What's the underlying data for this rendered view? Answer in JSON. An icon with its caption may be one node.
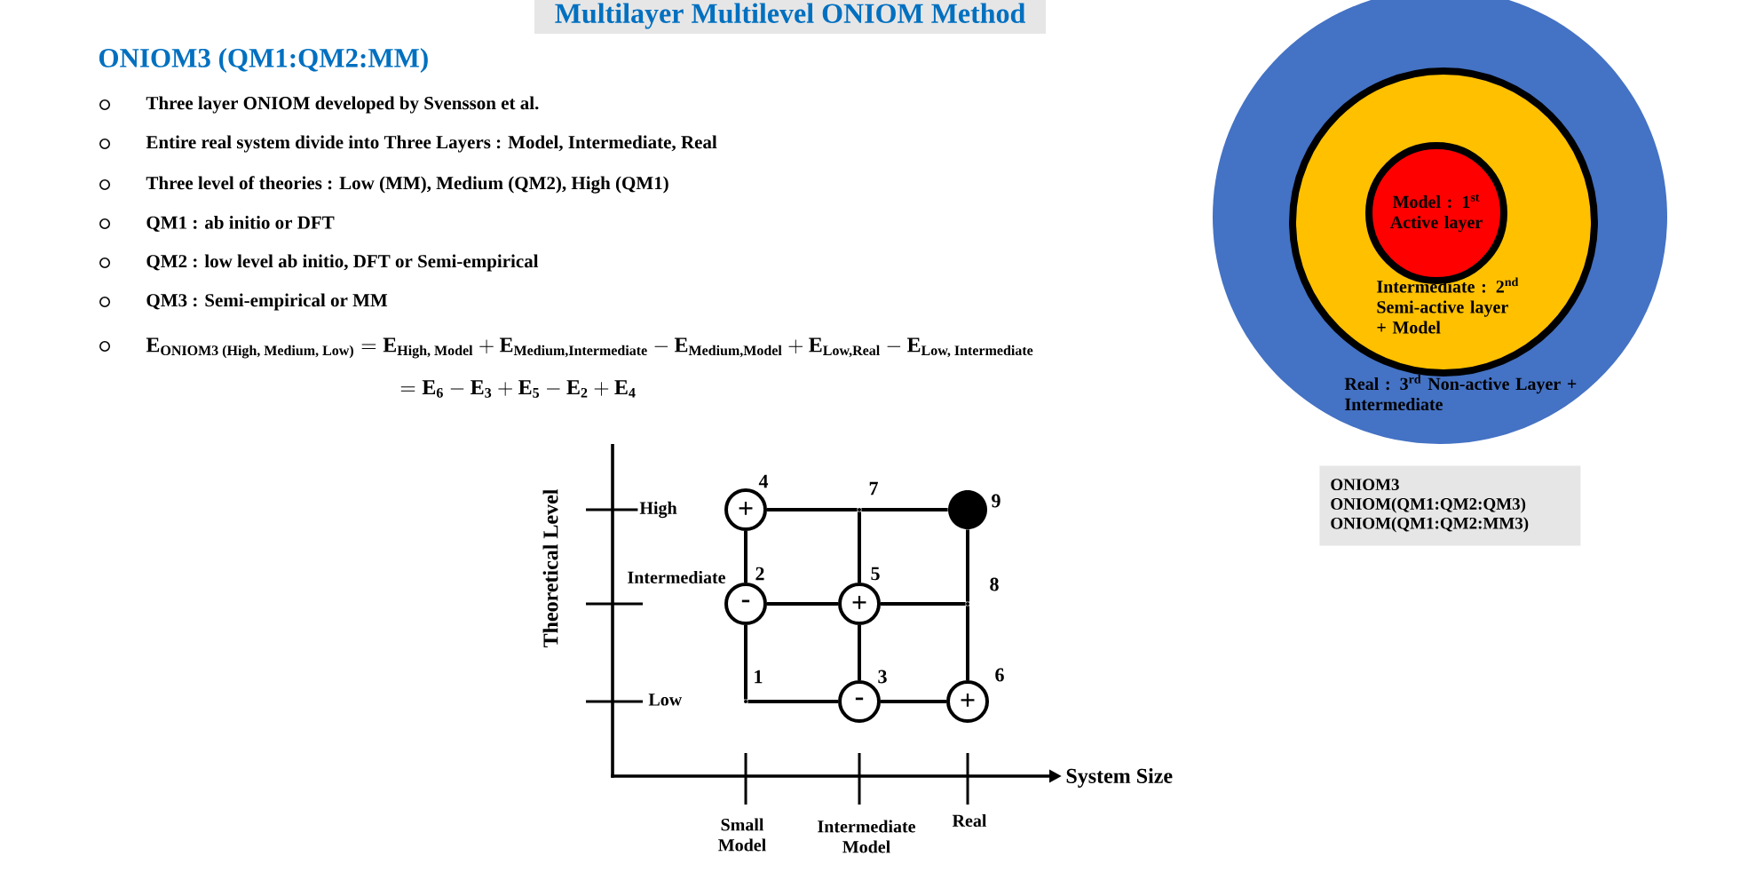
{
  "diagram": {
    "title": "Multilayer Multilevel ONIOM Method",
    "nodes": [
      {
        "text": [
          "Real : 3$^{rd}$ Non-active Layer + Intermediate"
        ]
      },
      {
        "text": [
          "Intermediate : 2$^{nd}$ Semi-active layer + Model"
        ],
        "in": 0
      },
      {
        "text": [
          "Model : 1$^{st}$ Active layer"
        ],
        "in": 1
      },
      {
        "text": [
          "ONIOM3",
          "ONIOM(QM1:QM2:QM3)",
          "ONIOM(QM1:QM2:MM3)"
        ]
      },
      {
        "text": [
          "+"
        ],
        "beside": [
          "4"
        ]
      },
      {
        "text": [],
        "shape": "point",
        "beside": [
          "7"
        ]
      },
      {
        "text": [],
        "shape": "circle",
        "beside": [
          "9"
        ]
      },
      {
        "text": [
          "-"
        ],
        "beside": [
          "2"
        ]
      },
      {
        "text": [
          "+"
        ],
        "beside": [
          "5"
        ]
      },
      {
        "text": [],
        "shape": "point",
        "beside": [
          "8"
        ]
      },
      {
        "text": [],
        "shape": "point",
        "beside": [
          "1"
        ]
      },
      {
        "text": [
          "-"
        ],
        "beside": [
          "3"
        ]
      },
      {
        "text": [
          "+"
        ],
        "beside": [
          "6"
        ]
      }
    ],
    "edges": [
      {
        "from": 4,
        "to": 5,
        "arrow": "none"
      },
      {
        "from": 5,
        "to": 6,
        "arrow": "none"
      },
      {
        "from": 4,
        "to": 7,
        "arrow": "none"
      },
      {
        "from": 5,
        "to": 8,
        "arrow": "none"
      },
      {
        "from": 6,
        "to": 9,
        "arrow": "none"
      },
      {
        "from": 7,
        "to": 8,
        "arrow": "none"
      },
      {
        "from": 8,
        "to": 9,
        "arrow": "none"
      },
      {
        "from": 7,
        "to": 10,
        "arrow": "none"
      },
      {
        "from": 8,
        "to": 11,
        "arrow": "none"
      },
      {
        "from": 9,
        "to": 12,
        "arrow": "none"
      },
      {
        "from": 10,
        "to": 11,
        "arrow": "none"
      },
      {
        "from": 11,
        "to": 12,
        "arrow": "none"
      }
    ],
    "labels": [
      "ONIOM3 (QM1:QM2:MM)",
      "Three layer ONIOM developed by Svensson et al.",
      "Entire real system divide into Three Layers : Model, Intermediate, Real",
      "Three level of theories : Low (MM), Medium (QM2), High (QM1)",
      "QM1 : ab initio or DFT",
      "QM2 : low level ab initio, DFT or Semi-empirical",
      "QM3 : Semi-empirical or MM",
      "\\textbf{E}_{\\textbf{ONIOM3 (High, Medium, Low)}} = \\textbf{E}_{\\textbf{High, Model}} + \\textbf{E}_{\\textbf{Medium,Intermediate}} - \\textbf{E}_{\\textbf{Medium,Model}} + \\textbf{E}_{\\textbf{Low,Real}} - \\textbf{E}_{\\textbf{Low, Intermediate}}",
      "= \\textbf{E}_{\\textbf{6}} - \\textbf{E}_{\\textbf{3}} + \\textbf{E}_{\\textbf{5}} - \\textbf{E}_{\\textbf{2}} + \\textbf{E}_{\\textbf{4}}",
      "Theoretical Level",
      "High",
      "Intermediate",
      "Low",
      "System Size",
      "Small Model",
      "Intermediate Model",
      "Real"
    ]
  }
}
